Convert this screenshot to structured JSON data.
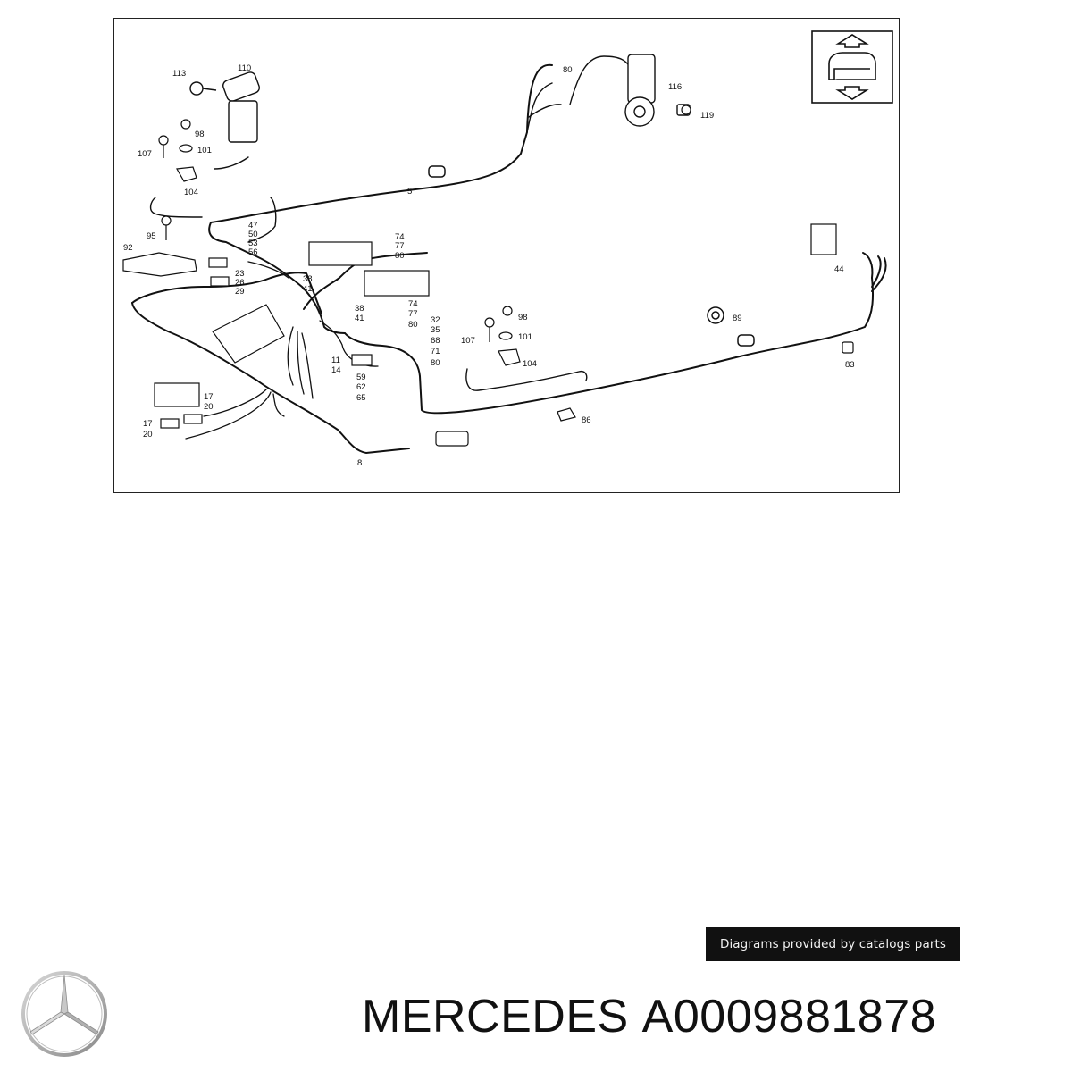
{
  "diagram": {
    "callouts": [
      {
        "id": "c113",
        "text": "113"
      },
      {
        "id": "c110",
        "text": "110"
      },
      {
        "id": "c98a",
        "text": "98"
      },
      {
        "id": "c107a",
        "text": "107"
      },
      {
        "id": "c101a",
        "text": "101"
      },
      {
        "id": "c104a",
        "text": "104"
      },
      {
        "id": "c5",
        "text": "5"
      },
      {
        "id": "c80a",
        "text": "80"
      },
      {
        "id": "c116",
        "text": "116"
      },
      {
        "id": "c119",
        "text": "119"
      },
      {
        "id": "c47",
        "text": "47"
      },
      {
        "id": "c50",
        "text": "50"
      },
      {
        "id": "c53",
        "text": "53"
      },
      {
        "id": "c56",
        "text": "56"
      },
      {
        "id": "c95",
        "text": "95"
      },
      {
        "id": "c92",
        "text": "92"
      },
      {
        "id": "c23",
        "text": "23"
      },
      {
        "id": "c26",
        "text": "26"
      },
      {
        "id": "c29",
        "text": "29"
      },
      {
        "id": "c74a",
        "text": "74"
      },
      {
        "id": "c77a",
        "text": "77"
      },
      {
        "id": "c80b",
        "text": "80"
      },
      {
        "id": "c38a",
        "text": "38"
      },
      {
        "id": "c41a",
        "text": "41"
      },
      {
        "id": "c38b",
        "text": "38"
      },
      {
        "id": "c41b",
        "text": "41"
      },
      {
        "id": "c74b",
        "text": "74"
      },
      {
        "id": "c77b",
        "text": "77"
      },
      {
        "id": "c80c",
        "text": "80"
      },
      {
        "id": "c32",
        "text": "32"
      },
      {
        "id": "c35",
        "text": "35"
      },
      {
        "id": "c68",
        "text": "68"
      },
      {
        "id": "c71",
        "text": "71"
      },
      {
        "id": "c80d",
        "text": "80"
      },
      {
        "id": "c98b",
        "text": "98"
      },
      {
        "id": "c107b",
        "text": "107"
      },
      {
        "id": "c101b",
        "text": "101"
      },
      {
        "id": "c104b",
        "text": "104"
      },
      {
        "id": "c89",
        "text": "89"
      },
      {
        "id": "c44",
        "text": "44"
      },
      {
        "id": "c83",
        "text": "83"
      },
      {
        "id": "c11",
        "text": "11"
      },
      {
        "id": "c14",
        "text": "14"
      },
      {
        "id": "c59",
        "text": "59"
      },
      {
        "id": "c62",
        "text": "62"
      },
      {
        "id": "c65",
        "text": "65"
      },
      {
        "id": "c17a",
        "text": "17"
      },
      {
        "id": "c20a",
        "text": "20"
      },
      {
        "id": "c17b",
        "text": "17"
      },
      {
        "id": "c20b",
        "text": "20"
      },
      {
        "id": "c86",
        "text": "86"
      },
      {
        "id": "c8",
        "text": "8"
      }
    ]
  },
  "caption": "Diagrams provided by catalogs parts",
  "brand": "MERCEDES",
  "part_number": "A0009881878"
}
